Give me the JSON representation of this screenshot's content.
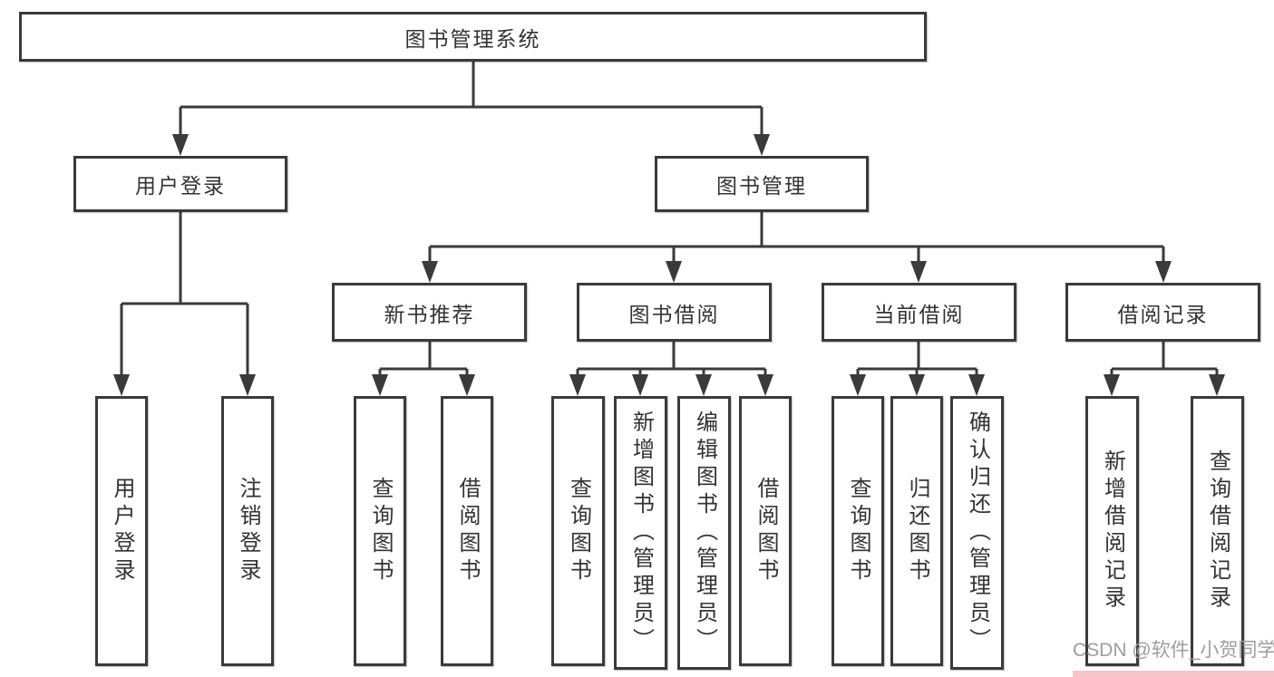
{
  "diagram": {
    "title": "图书管理系统",
    "type": "tree-structure-chart"
  },
  "nodes": {
    "root": "图书管理系统",
    "user_login": "用户登录",
    "book_mgmt": "图书管理",
    "new_book_rec": "新书推荐",
    "book_borrow": "图书借阅",
    "current_borrow": "当前借阅",
    "borrow_record": "借阅记录",
    "leaf_user_login": "用户登录",
    "leaf_logout": "注销登录",
    "leaf_rec_query": "查询图书",
    "leaf_rec_borrow": "借阅图书",
    "leaf_bb_query": "查询图书",
    "leaf_bb_add": "新增图书（管理员）",
    "leaf_bb_edit": "编辑图书（管理员）",
    "leaf_bb_borrow": "借阅图书",
    "leaf_cb_query": "查询图书",
    "leaf_cb_return": "归还图书",
    "leaf_cb_confirm": "确认归还（管理员）",
    "leaf_br_add": "新增借阅记录",
    "leaf_br_query": "查询借阅记录"
  },
  "hierarchy": {
    "图书管理系统": {
      "用户登录": [
        "用户登录",
        "注销登录"
      ],
      "图书管理": {
        "新书推荐": [
          "查询图书",
          "借阅图书"
        ],
        "图书借阅": [
          "查询图书",
          "新增图书（管理员）",
          "编辑图书（管理员）",
          "借阅图书"
        ],
        "当前借阅": [
          "查询图书",
          "归还图书",
          "确认归还（管理员）"
        ],
        "借阅记录": [
          "新增借阅记录",
          "查询借阅记录"
        ]
      }
    }
  },
  "watermark": {
    "text": "CSDN @软件_小贺同学"
  },
  "colors": {
    "background": "#ffffff",
    "line": "#3a3a3a",
    "box_border": "#3a3a3a",
    "box_fill": "#ffffff",
    "text": "#333333",
    "watermark_text": "#9e9e9e",
    "watermark_strip": "#f6c6cb"
  }
}
